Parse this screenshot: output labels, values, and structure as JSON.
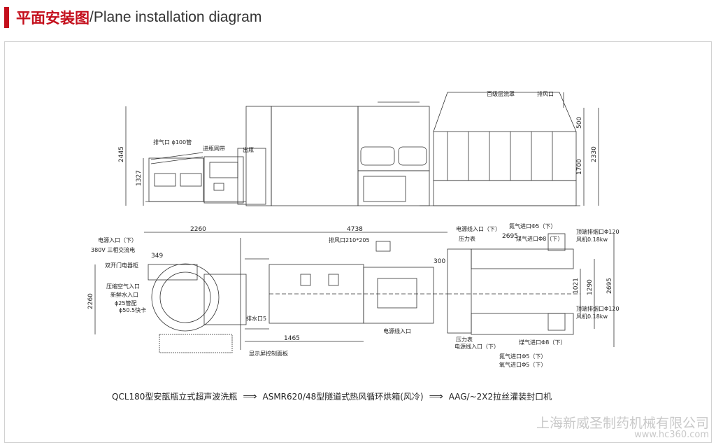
{
  "header": {
    "title_cn": "平面安装图",
    "title_en": "/Plane installation diagram"
  },
  "elevation": {
    "labels": {
      "exhaust_pipe": "排气口 ϕ100管",
      "feed_mesh": "进瓶网带",
      "outlet": "出瓶",
      "laminar_hood": "百级层流罩",
      "exhaust_port": "排风口"
    },
    "dims": {
      "h2445": "2445",
      "h1327": "1327",
      "h500": "500",
      "h1700": "1700",
      "h2330": "2330"
    }
  },
  "plan": {
    "dims": {
      "w2260": "2260",
      "w4738": "4738",
      "w349": "349",
      "h2260": "2260",
      "w300": "300",
      "w1465": "1465",
      "h1021": "1021",
      "h1290": "1290",
      "h2695": "2695",
      "w2695": "2695"
    },
    "labels": {
      "power_in_left": "电源入口（下）",
      "power_380": "380V 三相交流电",
      "door_panel": "双开门电器柜",
      "air_in": "压缩空气入口",
      "water_in": "新鲜水入口",
      "pipe25": "ϕ25管配",
      "pipe50": "ϕ50.5快卡",
      "exhaust_210": "排风口210*205",
      "drain": "排水口5",
      "display": "显示屏控制面板",
      "power_in_mid": "电源线入口",
      "power_in_r_top": "电源线入口（下）",
      "n2_top": "氮气进口Φ5（下）",
      "pressure_top": "压力表",
      "coal_top": "煤气进口Φ8（下）",
      "top_exhaust_top": "顶端排烟口Φ120",
      "fan_top": "风机0.18kw",
      "top_exhaust_bot": "顶端排烟口Φ120",
      "fan_bot": "风机0.18kw",
      "pressure_bot": "压力表",
      "power_in_r_bot": "电源线入口（下）",
      "coal_bot": "煤气进口Φ8（下）",
      "n2_bot": "氮气进口Φ5（下）",
      "o2_bot": "氧气进口Φ5（下）"
    }
  },
  "caption": {
    "m1": "QCL180型安瓿瓶立式超声波洗瓶",
    "arrow": "⟹",
    "m2": "ASMR620/48型隧道式热风循环烘箱(风冷)",
    "m3": "AAG/~2X2拉丝灌装封口机"
  },
  "watermark": {
    "company": "上海新威圣制药机械有限公司",
    "url": "www.hc360.com"
  }
}
